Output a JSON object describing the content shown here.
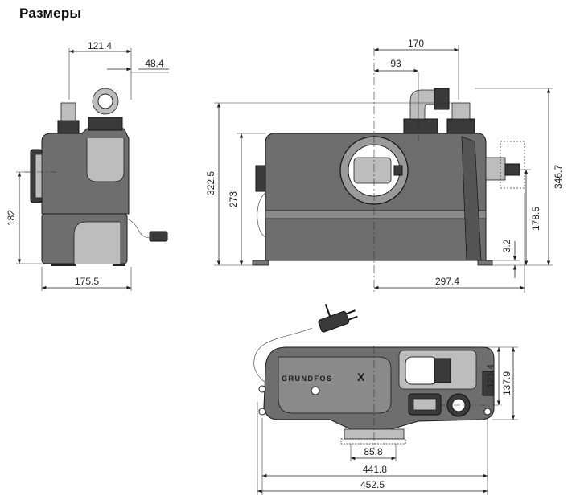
{
  "title": "Размеры",
  "brand": "GRUNDFOS",
  "brand_mark": "X",
  "dimensions": {
    "side_top_width": "121.4",
    "side_outlet_offset": "48.4",
    "side_height": "182",
    "side_base_width": "175.5",
    "front_width_top": "170",
    "front_offset_top": "93",
    "front_total_height": "322.5",
    "front_body_height": "273",
    "front_right_height": "346.7",
    "front_inlet_height": "178.5",
    "front_foot_height": "3.2",
    "front_base_half": "297.4",
    "top_depth_inner": "121.4",
    "top_depth_outer": "137.9",
    "top_outlet_width": "85.8",
    "top_inner_width": "441.8",
    "top_total_width": "452.5"
  },
  "colors": {
    "housing": "#6e6e6e",
    "dark": "#3a3a3a",
    "line": "#222222"
  }
}
